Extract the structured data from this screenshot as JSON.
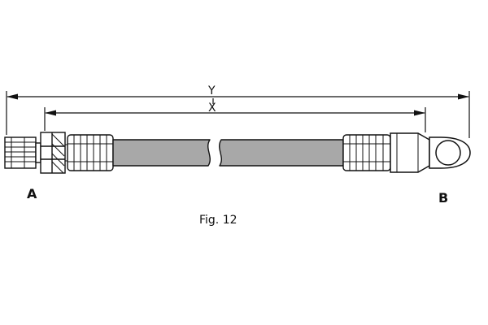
{
  "figure": {
    "caption": "Fig. 12",
    "dimension_y_label": "Y",
    "dimension_x_label": "X",
    "end_a_label": "A",
    "end_b_label": "B"
  },
  "colors": {
    "line": "#111111",
    "hose_fill": "#a8a8a8",
    "background": "#ffffff"
  }
}
